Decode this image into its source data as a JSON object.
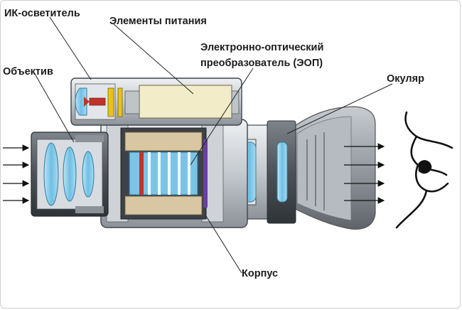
{
  "labels": {
    "ir_illuminator": "ИК-осветитель",
    "power": "Элементы питания",
    "ic_line1": "Электронно-оптический",
    "ic_line2": "преобразователь (ЭОП)",
    "objective": "Объектив",
    "eyepiece": "Окуляр",
    "housing": "Корпус"
  },
  "colors": {
    "body_light": "#d9dde1",
    "body_dark": "#5c6268",
    "lens_blue": "#7cc4e6",
    "battery_cream": "#f2ecc9",
    "tube_tan": "#d8c7a2",
    "accent_red": "#c0332a",
    "accent_yellow": "#e8c21c",
    "rubber": "#8f959b"
  }
}
